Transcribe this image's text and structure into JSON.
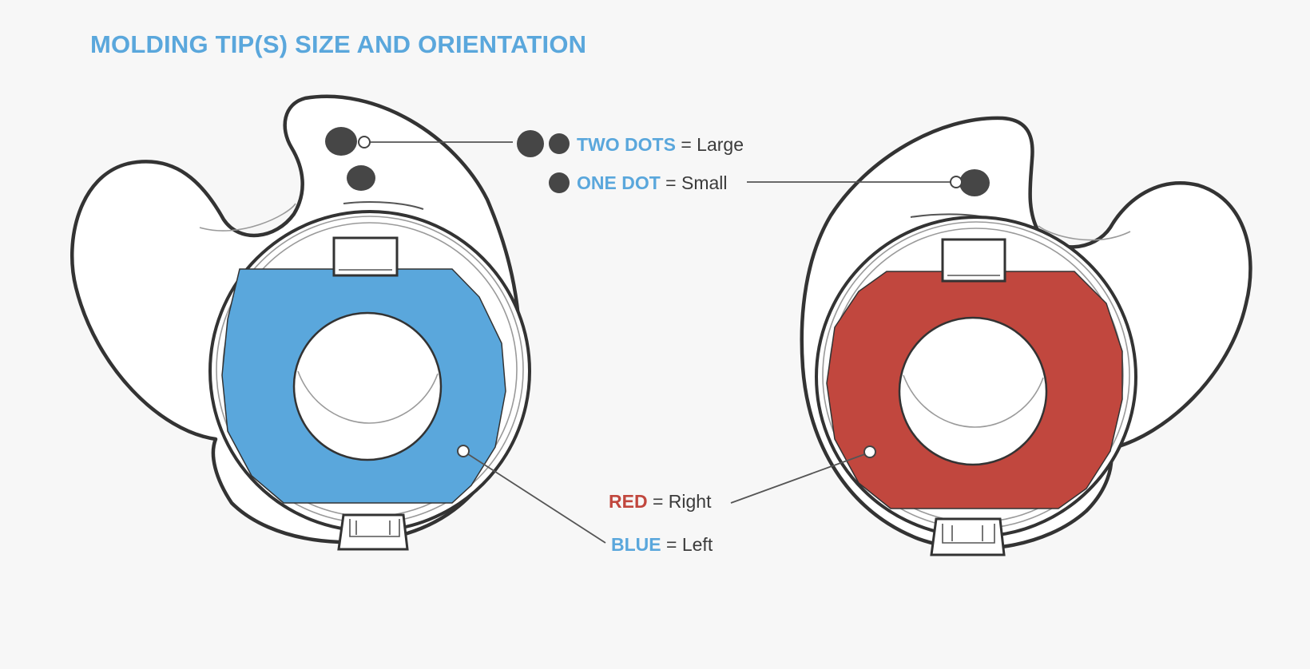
{
  "title": "MOLDING TIP(S) SIZE AND ORIENTATION",
  "colors": {
    "title": "#5aa7dc",
    "blue": "#5aa7dc",
    "red": "#c1473e",
    "outline": "#333333",
    "dot": "#464646",
    "background": "#f7f7f7"
  },
  "legend": {
    "two_dots": {
      "key": "TWO DOTS",
      "sep": " = ",
      "value": "Large",
      "key_color": "#5aa7dc"
    },
    "one_dot": {
      "key": "ONE DOT",
      "sep": " = ",
      "value": "Small",
      "key_color": "#5aa7dc"
    },
    "red": {
      "key": "RED",
      "sep": " = ",
      "value": "Right",
      "key_color": "#c1473e"
    },
    "blue": {
      "key": "BLUE",
      "sep": " = ",
      "value": "Left",
      "key_color": "#5aa7dc"
    }
  },
  "tips": [
    {
      "side": "left",
      "color_name": "blue",
      "size_dots": 2
    },
    {
      "side": "right",
      "color_name": "red",
      "size_dots": 1
    }
  ]
}
